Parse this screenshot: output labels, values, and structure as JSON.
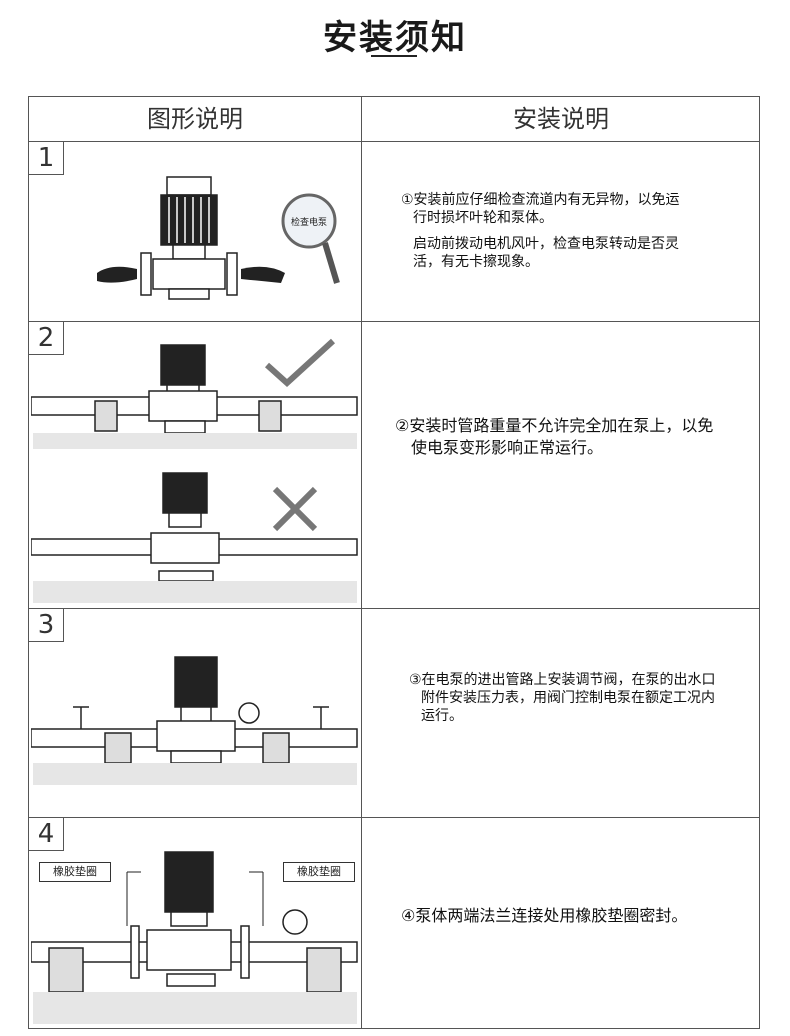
{
  "page": {
    "title": "安装须知"
  },
  "table": {
    "headers": {
      "figure": "图形说明",
      "instruction": "安装说明"
    },
    "rows": [
      {
        "number": "1",
        "figure_label": "检查电泵",
        "instructions": [
          "①安装前应仔细检查流道内有无异物，以免运",
          "行时损坏叶轮和泵体。",
          "启动前拨动电机风叶，检查电泵转动是否灵",
          "活，有无卡擦现象。"
        ]
      },
      {
        "number": "2",
        "instructions": [
          "②安装时管路重量不允许完全加在泵上，以免",
          "使电泵变形影响正常运行。"
        ]
      },
      {
        "number": "3",
        "instructions": [
          "③在电泵的进出管路上安装调节阀，在泵的出水口",
          "附件安装压力表，用阀门控制电泵在额定工况内",
          "运行。"
        ]
      },
      {
        "number": "4",
        "tag_left": "橡胶垫圈",
        "tag_right": "橡胶垫圈",
        "instructions": [
          "④泵体两端法兰连接处用橡胶垫圈密封。"
        ]
      }
    ]
  }
}
